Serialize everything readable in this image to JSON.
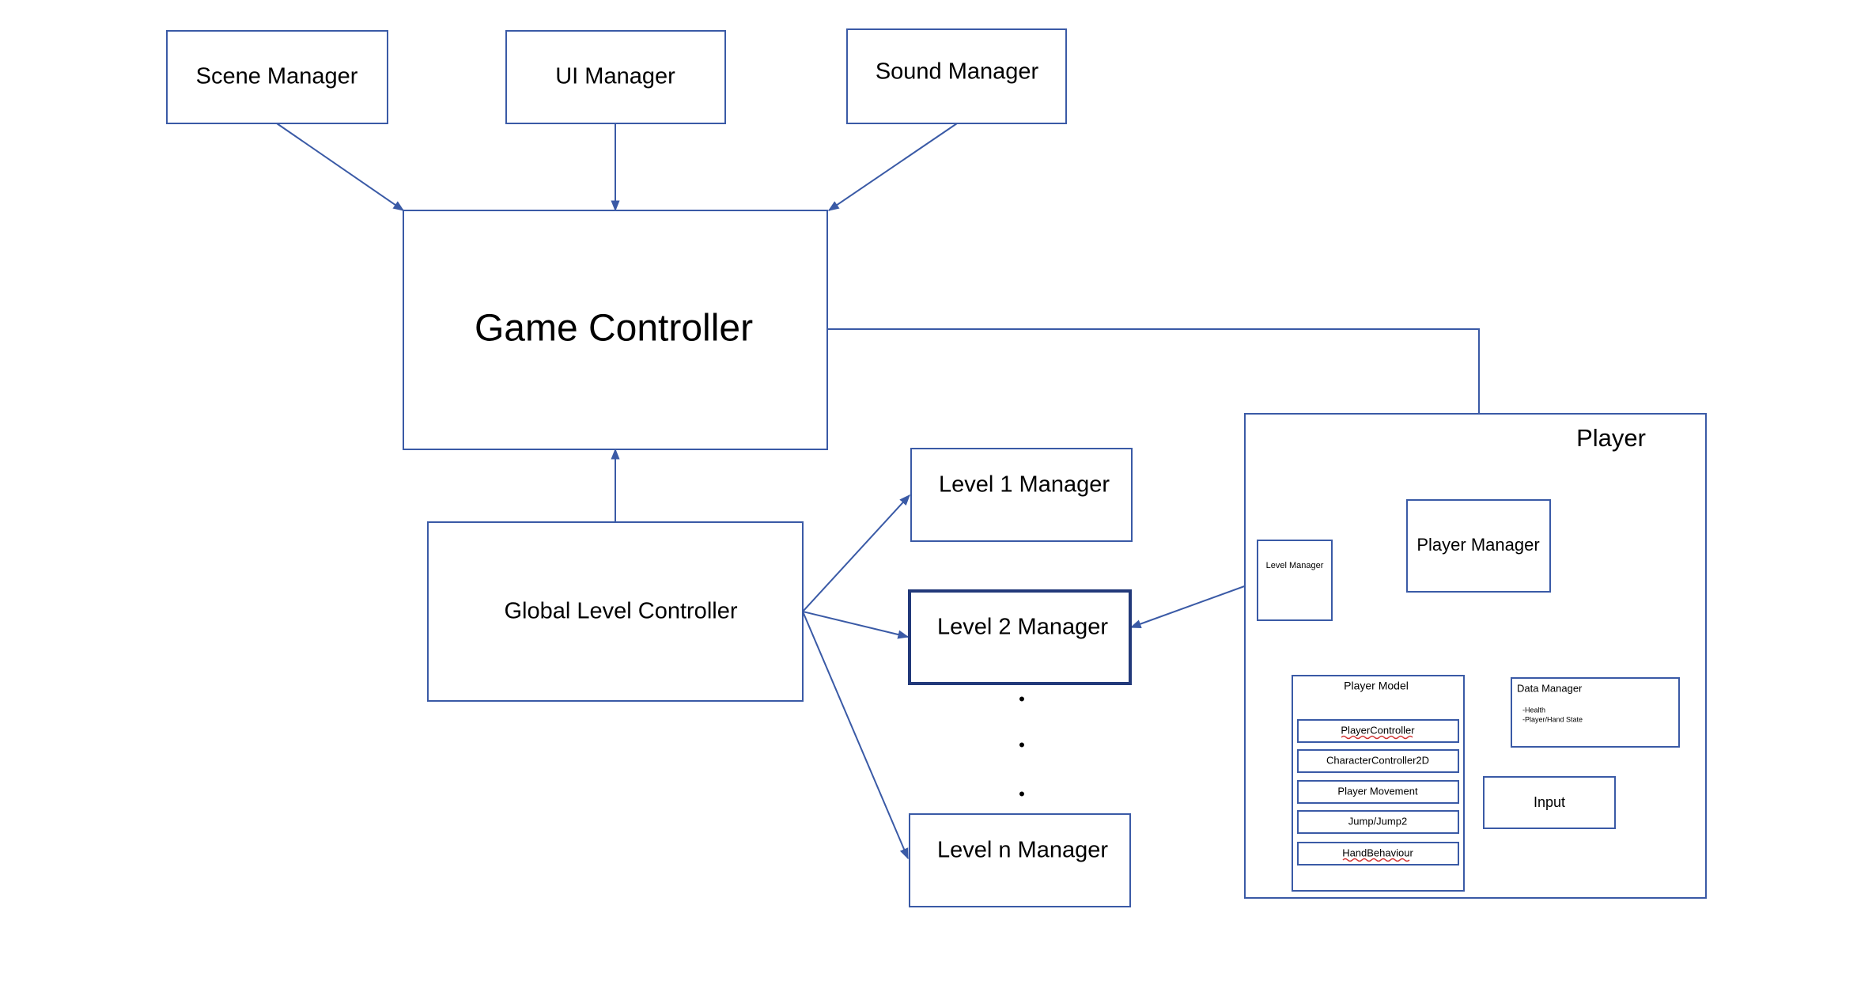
{
  "diagram": {
    "scene_manager": "Scene Manager",
    "ui_manager": "UI Manager",
    "sound_manager": "Sound Manager",
    "game_controller": "Game Controller",
    "global_level_controller": "Global Level Controller",
    "level1_manager": "Level 1 Manager",
    "level2_manager": "Level 2 Manager",
    "leveln_manager": "Level n Manager",
    "ellipsis_dot": "•",
    "player": {
      "title": "Player",
      "level_manager": "Level Manager",
      "player_manager": "Player Manager",
      "player_model": {
        "title": "Player Model",
        "items": [
          "PlayerController",
          "CharacterController2D",
          "Player Movement",
          "Jump/Jump2",
          "HandBehaviour"
        ]
      },
      "data_manager": {
        "title": "Data Manager",
        "lines": [
          "-Health",
          "-Player/Hand State"
        ]
      },
      "input": "Input"
    }
  }
}
